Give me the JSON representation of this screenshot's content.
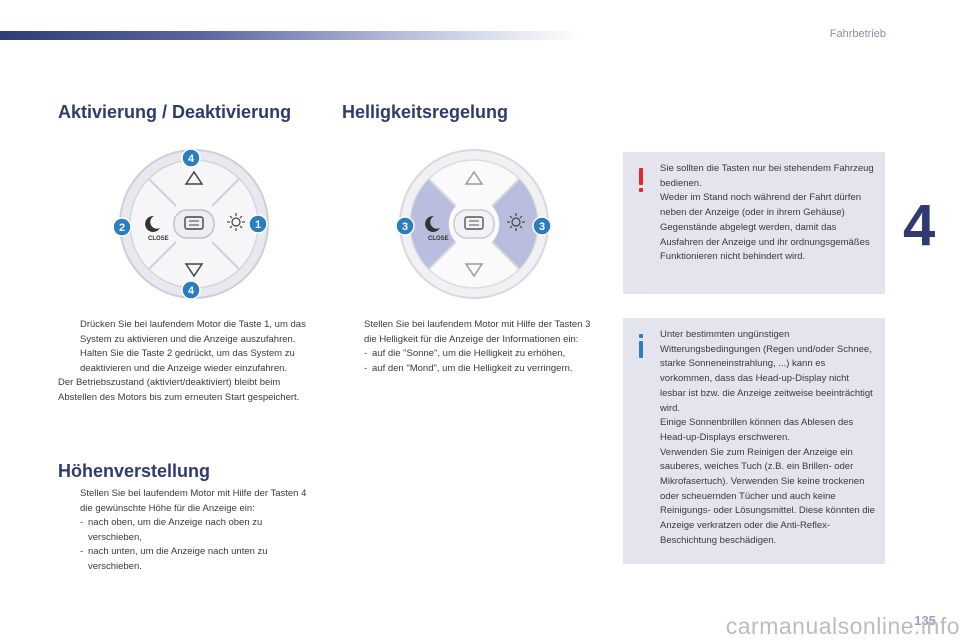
{
  "header": {
    "section": "Fahrbetrieb",
    "chapter": "4"
  },
  "col1": {
    "title": "Aktivierung / Deaktivierung",
    "items": [
      {
        "bullet": "",
        "text": "Drücken Sie bei laufendem Motor die Taste 1, um das System zu aktivieren und die Anzeige auszufahren."
      },
      {
        "bullet": "",
        "text": "Halten Sie die Taste 2 gedrückt, um das System zu deaktivieren und die Anzeige wieder einzufahren."
      }
    ],
    "para": "Der Betriebszustand (aktiviert/deaktiviert) bleibt beim Abstellen des Motors bis zum erneuten Start gespeichert."
  },
  "col1b": {
    "title": "Höhenverstellung",
    "item": {
      "bullet": "",
      "text": "Stellen Sie bei laufendem Motor mit Hilfe der Tasten 4 die gewünschte Höhe für die Anzeige ein:"
    },
    "subs": [
      {
        "dash": "-",
        "text": "nach oben, um die Anzeige nach oben zu verschieben,"
      },
      {
        "dash": "-",
        "text": "nach unten, um die Anzeige nach unten zu verschieben."
      }
    ]
  },
  "col2": {
    "title": "Helligkeitsregelung",
    "item": {
      "bullet": "",
      "text": "Stellen Sie bei laufendem Motor mit Hilfe der Tasten 3 die Helligkeit für die Anzeige der Informationen ein:"
    },
    "subs": [
      {
        "dash": "-",
        "text": "auf die \"Sonne\", um die Helligkeit zu erhöhen,"
      },
      {
        "dash": "-",
        "text": "auf den \"Mond\", um die Helligkeit zu verringern."
      }
    ]
  },
  "diagram1": {
    "top": "4",
    "left": "2",
    "right": "1",
    "bottom": "4",
    "close": "CLOSE"
  },
  "diagram2": {
    "left": "3",
    "right": "3",
    "close": "CLOSE"
  },
  "box_warning": {
    "text": "Sie sollten die Tasten nur bei stehendem Fahrzeug bedienen.\nWeder im Stand noch während der Fahrt dürfen neben der Anzeige (oder in ihrem Gehäuse) Gegenstände abgelegt werden, damit das Ausfahren der Anzeige und ihr ordnungsgemäßes Funktionieren nicht behindert wird."
  },
  "box_info": {
    "text": "Unter bestimmten ungünstigen Witterungsbedingungen (Regen und/oder Schnee, starke Sonneneinstrahlung, ...) kann es vorkommen, dass das Head-up-Display nicht lesbar ist bzw. die Anzeige zeitweise beeinträchtigt wird.\nEinige Sonnenbrillen können das Ablesen des Head-up-Displays erschweren.\nVerwenden Sie zum Reinigen der Anzeige ein sauberes, weiches Tuch (z.B. ein Brillen- oder Mikrofasertuch). Verwenden Sie keine trockenen oder scheuernden Tücher und auch keine Reinigungs- oder Lösungsmittel. Diese könnten die Anzeige verkratzen oder die Anti-Reflex-Beschichtung beschädigen."
  },
  "footer": {
    "page": "135",
    "watermark": "carmanualsonline.info"
  },
  "colors": {
    "accent": "#2f3a70",
    "callout": "#2c7cc0",
    "warning": "#e4262b",
    "box": "#e3e4ee",
    "highlight": "#b9bedf"
  },
  "icons": [
    "bullet-arrow-icon",
    "up-arrow-icon",
    "down-arrow-icon",
    "moon-icon",
    "sun-icon",
    "hud-display-icon",
    "warning-icon",
    "info-icon"
  ]
}
